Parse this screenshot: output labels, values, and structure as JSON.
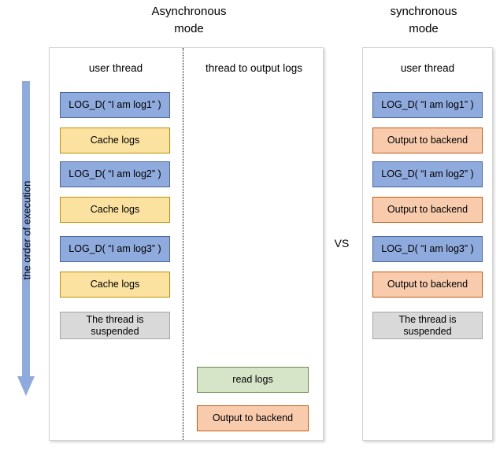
{
  "titles": {
    "async": "Asynchronous\nmode",
    "sync": "synchronous\nmode"
  },
  "comparison_label": "VS",
  "execution_arrow": {
    "label": "the order of execution",
    "direction": "down",
    "color": "#8FAADC"
  },
  "colors": {
    "blue_fill": "#8FAADC",
    "blue_border": "#4A66A0",
    "yellow_fill": "#FBE2A0",
    "yellow_border": "#BF9000",
    "gray_fill": "#D9D9D9",
    "gray_border": "#A6A6A6",
    "green_fill": "#D6E4C8",
    "green_border": "#6C8C4A",
    "orange_fill": "#F8CBAD",
    "orange_border": "#C55A11",
    "panel_border": "#D2D2D2"
  },
  "async_panel": {
    "user_thread": {
      "header": "user thread",
      "steps": [
        {
          "label": "LOG_D( “I am log1” )",
          "color": "blue"
        },
        {
          "label": "Cache logs",
          "color": "yellow"
        },
        {
          "label": "LOG_D( “I am log2” )",
          "color": "blue"
        },
        {
          "label": "Cache logs",
          "color": "yellow"
        },
        {
          "label": "LOG_D( “I am log3” )",
          "color": "blue"
        },
        {
          "label": "Cache logs",
          "color": "yellow"
        },
        {
          "label": "The thread is\nsuspended",
          "color": "gray"
        }
      ]
    },
    "output_thread": {
      "header": "thread to output logs",
      "steps": [
        {
          "label": "read logs",
          "color": "green"
        },
        {
          "label": "Output to backend",
          "color": "orange"
        }
      ]
    }
  },
  "sync_panel": {
    "user_thread": {
      "header": "user thread",
      "steps": [
        {
          "label": "LOG_D( “I am log1” )",
          "color": "blue"
        },
        {
          "label": "Output to backend",
          "color": "orange"
        },
        {
          "label": "LOG_D( “I am log2” )",
          "color": "blue"
        },
        {
          "label": "Output to backend",
          "color": "orange"
        },
        {
          "label": "LOG_D( “I am log3” )",
          "color": "blue"
        },
        {
          "label": "Output to backend",
          "color": "orange"
        },
        {
          "label": "The thread is\nsuspended",
          "color": "gray"
        }
      ]
    }
  }
}
